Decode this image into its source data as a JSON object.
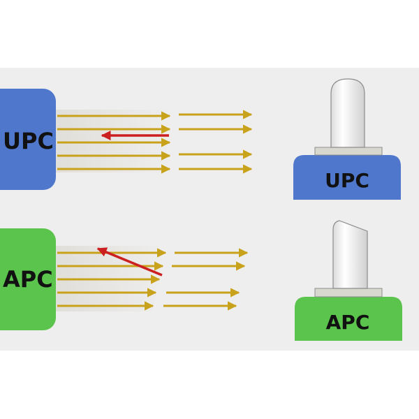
{
  "diagram": {
    "upc": {
      "label": "UPC",
      "connector_label": "UPC",
      "color": "#4f77cc"
    },
    "apc": {
      "label": "APC",
      "connector_label": "APC",
      "color": "#5bc44c"
    },
    "colors": {
      "panel_background": "#eeeeee",
      "transmitted_ray": "#c9a21c",
      "reflected_ray": "#cc1f1f",
      "ferrule": "#f4f4f4",
      "ferrule_stroke": "#8c8c8c",
      "ferrule_base": "#d8d8cf"
    }
  }
}
